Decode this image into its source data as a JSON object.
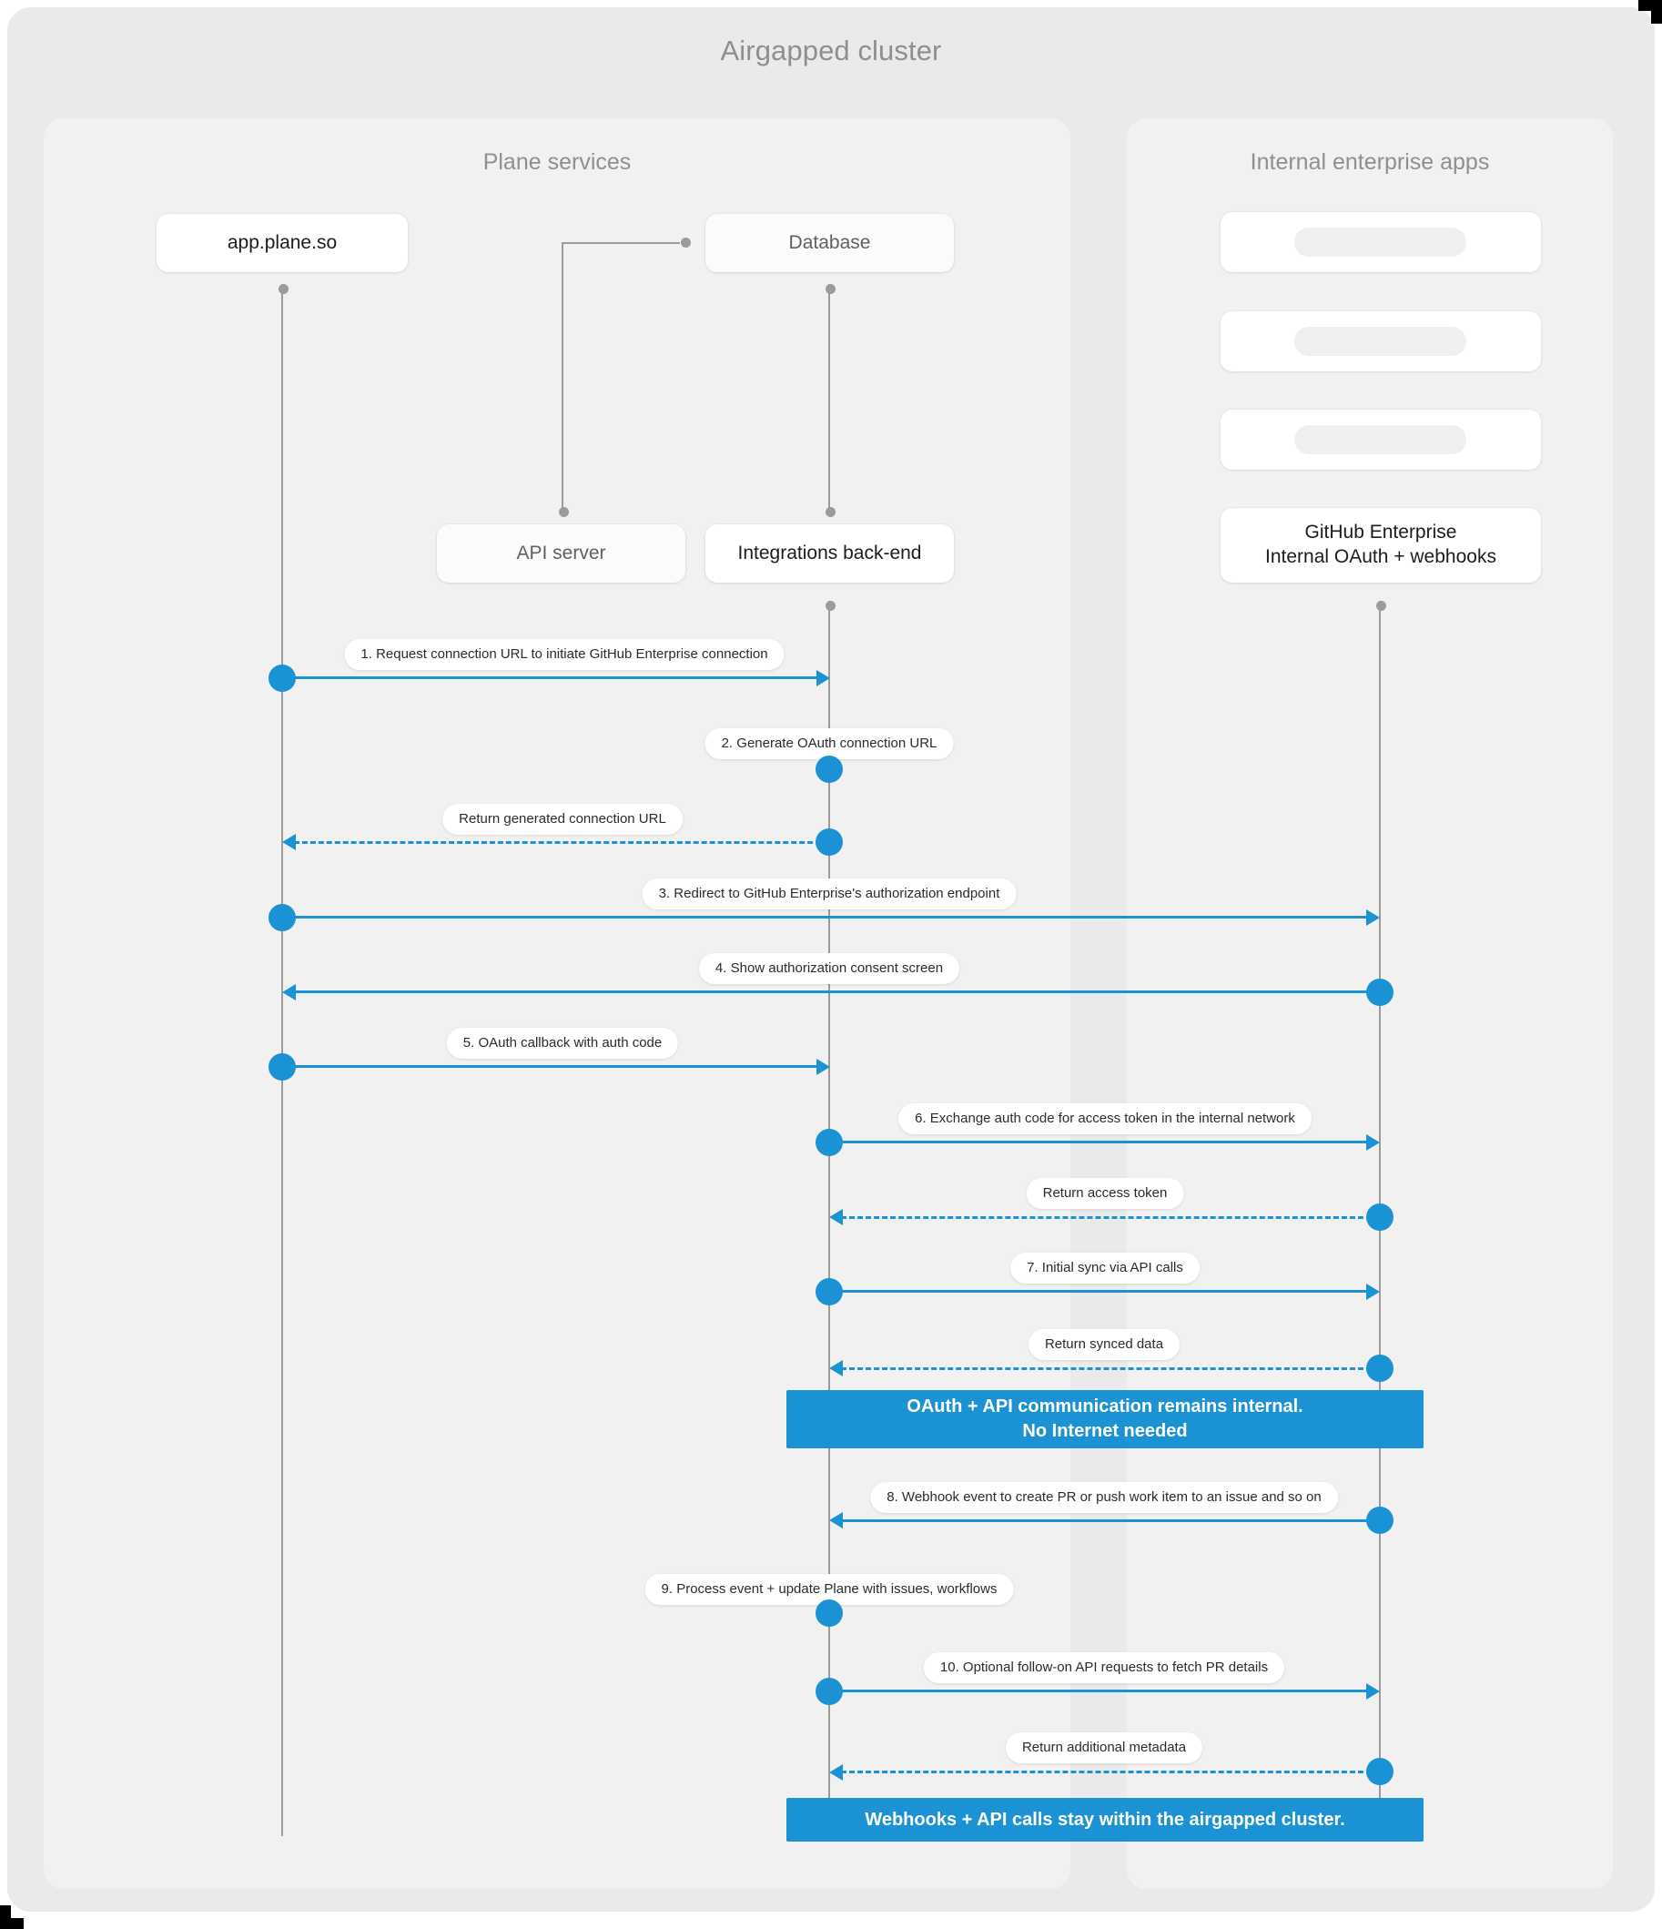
{
  "diagram": {
    "title": "Airgapped cluster",
    "type": "sequence-diagram",
    "accent_color": "#1b92d4",
    "panel_bg": "#f1f1f1",
    "canvas_bg": "#eaeaea"
  },
  "panels": [
    {
      "id": "plane-services",
      "title": "Plane services"
    },
    {
      "id": "internal-enterprise-apps",
      "title": "Internal enterprise apps"
    }
  ],
  "participants": [
    {
      "id": "app-plane-so",
      "label": "app.plane.so",
      "panel": "plane-services"
    },
    {
      "id": "database",
      "label": "Database",
      "panel": "plane-services"
    },
    {
      "id": "api-server",
      "label": "API server",
      "panel": "plane-services"
    },
    {
      "id": "integrations-backend",
      "label": "Integrations back-end",
      "panel": "plane-services"
    },
    {
      "id": "github-enterprise",
      "label_line1": "GitHub Enterprise",
      "label_line2": "Internal OAuth + webhooks",
      "panel": "internal-enterprise-apps"
    }
  ],
  "placeholder_cards": [
    {
      "id": "placeholder-1"
    },
    {
      "id": "placeholder-2"
    },
    {
      "id": "placeholder-3"
    }
  ],
  "messages": [
    {
      "n": 1,
      "label": "1. Request connection URL to initiate GitHub Enterprise connection",
      "from": "app-plane-so",
      "to": "integrations-backend",
      "style": "solid",
      "direction": "right"
    },
    {
      "n": 2,
      "label": "2. Generate OAuth connection URL",
      "from": "integrations-backend",
      "to": "integrations-backend",
      "style": "self",
      "direction": "self"
    },
    {
      "n": 3,
      "label": "Return generated connection URL",
      "from": "integrations-backend",
      "to": "app-plane-so",
      "style": "dashed",
      "direction": "left"
    },
    {
      "n": 4,
      "label": "3. Redirect to GitHub Enterprise's authorization endpoint",
      "from": "app-plane-so",
      "to": "github-enterprise",
      "style": "solid",
      "direction": "right"
    },
    {
      "n": 5,
      "label": "4. Show authorization consent screen",
      "from": "github-enterprise",
      "to": "app-plane-so",
      "style": "solid",
      "direction": "left"
    },
    {
      "n": 6,
      "label": "5. OAuth callback with auth code",
      "from": "app-plane-so",
      "to": "integrations-backend",
      "style": "solid",
      "direction": "right"
    },
    {
      "n": 7,
      "label": "6. Exchange auth code for access token in the internal network",
      "from": "integrations-backend",
      "to": "github-enterprise",
      "style": "solid",
      "direction": "right"
    },
    {
      "n": 8,
      "label": "Return access token",
      "from": "github-enterprise",
      "to": "integrations-backend",
      "style": "dashed",
      "direction": "left"
    },
    {
      "n": 9,
      "label": "7. Initial sync via API calls",
      "from": "integrations-backend",
      "to": "github-enterprise",
      "style": "solid",
      "direction": "right"
    },
    {
      "n": 10,
      "label": "Return synced data",
      "from": "github-enterprise",
      "to": "integrations-backend",
      "style": "dashed",
      "direction": "left"
    },
    {
      "n": 11,
      "label": "8. Webhook event to create PR  or push work item to an issue  and so on",
      "from": "github-enterprise",
      "to": "integrations-backend",
      "style": "solid",
      "direction": "left"
    },
    {
      "n": 12,
      "label": "9. Process event + update Plane with issues, workflows",
      "from": "integrations-backend",
      "to": "integrations-backend",
      "style": "self",
      "direction": "self"
    },
    {
      "n": 13,
      "label": "10. Optional follow-on API requests to fetch PR details",
      "from": "integrations-backend",
      "to": "github-enterprise",
      "style": "solid",
      "direction": "right"
    },
    {
      "n": 14,
      "label": "Return additional metadata",
      "from": "github-enterprise",
      "to": "integrations-backend",
      "style": "dashed",
      "direction": "left"
    }
  ],
  "notes": [
    {
      "id": "note-internal",
      "line1": "OAuth + API communication remains internal.",
      "line2": "No Internet needed"
    },
    {
      "id": "note-airgapped",
      "line1": "Webhooks + API calls stay within the airgapped cluster.",
      "line2": ""
    }
  ]
}
